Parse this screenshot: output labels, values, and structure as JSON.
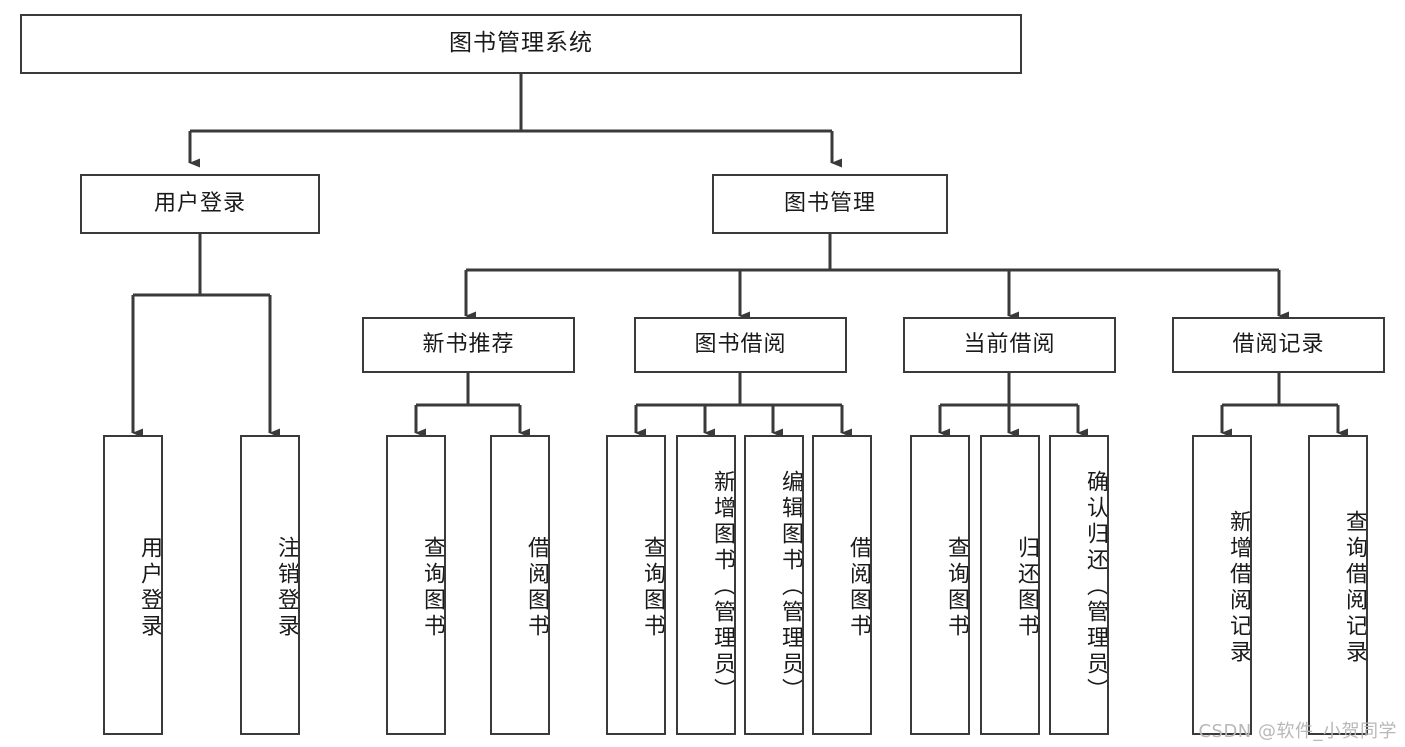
{
  "diagram": {
    "type": "hierarchy-tree",
    "title": "图书管理系统",
    "watermark": "CSDN @软件_小贺同学",
    "colors": {
      "stroke": "#3a3a3a",
      "fill": "#ffffff",
      "text": "#1a1a1a",
      "watermark": "#b8b8b8"
    },
    "root": {
      "label": "图书管理系统"
    },
    "level2": [
      {
        "label": "用户登录"
      },
      {
        "label": "图书管理"
      }
    ],
    "level3": [
      {
        "label": "新书推荐"
      },
      {
        "label": "图书借阅"
      },
      {
        "label": "当前借阅"
      },
      {
        "label": "借阅记录"
      }
    ],
    "leaves": {
      "user_login": [
        {
          "label": "用户登录"
        },
        {
          "label": "注销登录"
        }
      ],
      "new_book": [
        {
          "label": "查询图书"
        },
        {
          "label": "借阅图书"
        }
      ],
      "book_borrow": [
        {
          "label": "查询图书"
        },
        {
          "label": "新增图书（管理员）"
        },
        {
          "label": "编辑图书（管理员）"
        },
        {
          "label": "借阅图书"
        }
      ],
      "current_borrow": [
        {
          "label": "查询图书"
        },
        {
          "label": "归还图书"
        },
        {
          "label": "确认归还（管理员）"
        }
      ],
      "borrow_record": [
        {
          "label": "新增借阅记录"
        },
        {
          "label": "查询借阅记录"
        }
      ]
    }
  }
}
